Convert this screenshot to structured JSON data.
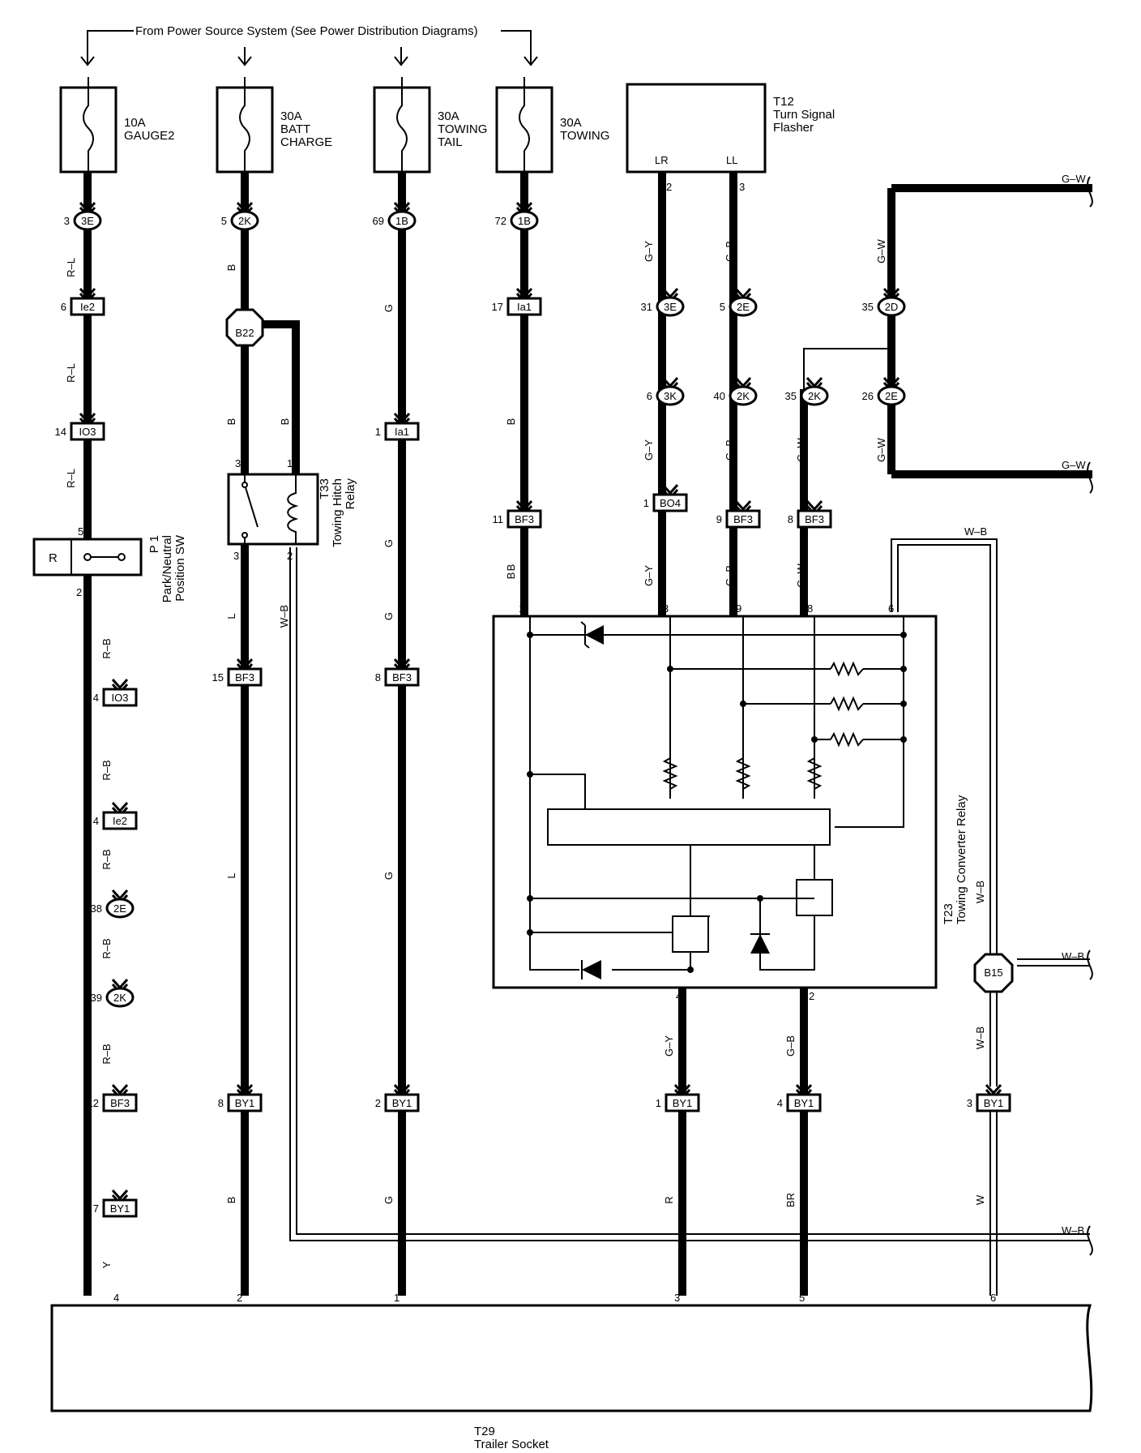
{
  "header": {
    "source": "From Power Source System (See Power Distribution Diagrams)"
  },
  "fuses": [
    {
      "rating": "10A",
      "name": "GAUGE2"
    },
    {
      "rating": "30A",
      "name": "BATT\nCHARGE"
    },
    {
      "rating": "30A",
      "name": "TOWING\nTAIL"
    },
    {
      "rating": "30A",
      "name": "TOWING"
    }
  ],
  "components": {
    "flasher": {
      "id": "T12",
      "name": "Turn Signal\nFlasher",
      "pin_lr": "LR",
      "pin_ll": "LL"
    },
    "park_sw": {
      "id": "P 1",
      "name": "Park/Neutral\nPosition SW",
      "pos": "R"
    },
    "hitch_relay": {
      "id": "T33",
      "name": "Towing Hitch\nRelay"
    },
    "converter": {
      "id": "T23",
      "name": "Towing Converter Relay"
    },
    "socket": {
      "id": "T29",
      "name": "Trailer Socket"
    },
    "b22": "B22",
    "b15": "B15"
  },
  "connectors": [
    {
      "pin": "3",
      "label": "3E",
      "kind": "oval"
    },
    {
      "pin": "5",
      "label": "2K",
      "kind": "oval"
    },
    {
      "pin": "69",
      "label": "1B",
      "kind": "oval"
    },
    {
      "pin": "72",
      "label": "1B",
      "kind": "oval"
    },
    {
      "pin": "6",
      "label": "Ie2",
      "kind": "rect"
    },
    {
      "pin": "17",
      "label": "Ia1",
      "kind": "rect"
    },
    {
      "pin": "14",
      "label": "IO3",
      "kind": "rect"
    },
    {
      "pin": "1",
      "label": "Ia1",
      "kind": "rect"
    },
    {
      "pin": "31",
      "label": "3E",
      "kind": "oval"
    },
    {
      "pin": "5",
      "label": "2E",
      "kind": "oval"
    },
    {
      "pin": "35",
      "label": "2D",
      "kind": "oval"
    },
    {
      "pin": "6",
      "label": "3K",
      "kind": "oval"
    },
    {
      "pin": "40",
      "label": "2K",
      "kind": "oval"
    },
    {
      "pin": "35",
      "label": "2K",
      "kind": "oval"
    },
    {
      "pin": "26",
      "label": "2E",
      "kind": "oval"
    },
    {
      "pin": "1",
      "label": "BO4",
      "kind": "rect"
    },
    {
      "pin": "11",
      "label": "BF3",
      "kind": "rect"
    },
    {
      "pin": "9",
      "label": "BF3",
      "kind": "rect"
    },
    {
      "pin": "8",
      "label": "BF3",
      "kind": "rect"
    },
    {
      "pin": "15",
      "label": "BF3",
      "kind": "rect"
    },
    {
      "pin": "8",
      "label": "BF3",
      "kind": "rect"
    },
    {
      "pin": "4",
      "label": "IO3",
      "kind": "rect"
    },
    {
      "pin": "4",
      "label": "Ie2",
      "kind": "rect"
    },
    {
      "pin": "38",
      "label": "2E",
      "kind": "oval"
    },
    {
      "pin": "39",
      "label": "2K",
      "kind": "oval"
    },
    {
      "pin": "12",
      "label": "BF3",
      "kind": "rect"
    },
    {
      "pin": "7",
      "label": "BY1",
      "kind": "rect"
    },
    {
      "pin": "8",
      "label": "BY1",
      "kind": "rect"
    },
    {
      "pin": "2",
      "label": "BY1",
      "kind": "rect"
    },
    {
      "pin": "1",
      "label": "BY1",
      "kind": "rect"
    },
    {
      "pin": "4",
      "label": "BY1",
      "kind": "rect"
    },
    {
      "pin": "3",
      "label": "BY1",
      "kind": "rect"
    }
  ],
  "wire_colors": [
    "R–L",
    "R–L",
    "R–L",
    "B",
    "B",
    "B",
    "G",
    "G",
    "B",
    "B",
    "G–Y",
    "G–B",
    "G–W",
    "G–Y",
    "G–B",
    "G–W",
    "G–W",
    "G–Y",
    "G–B",
    "G–W",
    "B",
    "L",
    "W–B",
    "G",
    "R–B",
    "R–B",
    "R–B",
    "R–B",
    "R–B",
    "L",
    "G",
    "G–Y",
    "G–B",
    "W–B",
    "W–B",
    "Y",
    "B",
    "G",
    "R",
    "BR",
    "W",
    "G–W",
    "G–W",
    "W–B",
    "W–B",
    "W–B"
  ],
  "pins": [
    "2",
    "3",
    "5",
    "2",
    "3",
    "1",
    "3",
    "2",
    "1",
    "3",
    "9",
    "8",
    "6",
    "4",
    "2",
    "4",
    "2",
    "1",
    "3",
    "5",
    "6"
  ]
}
